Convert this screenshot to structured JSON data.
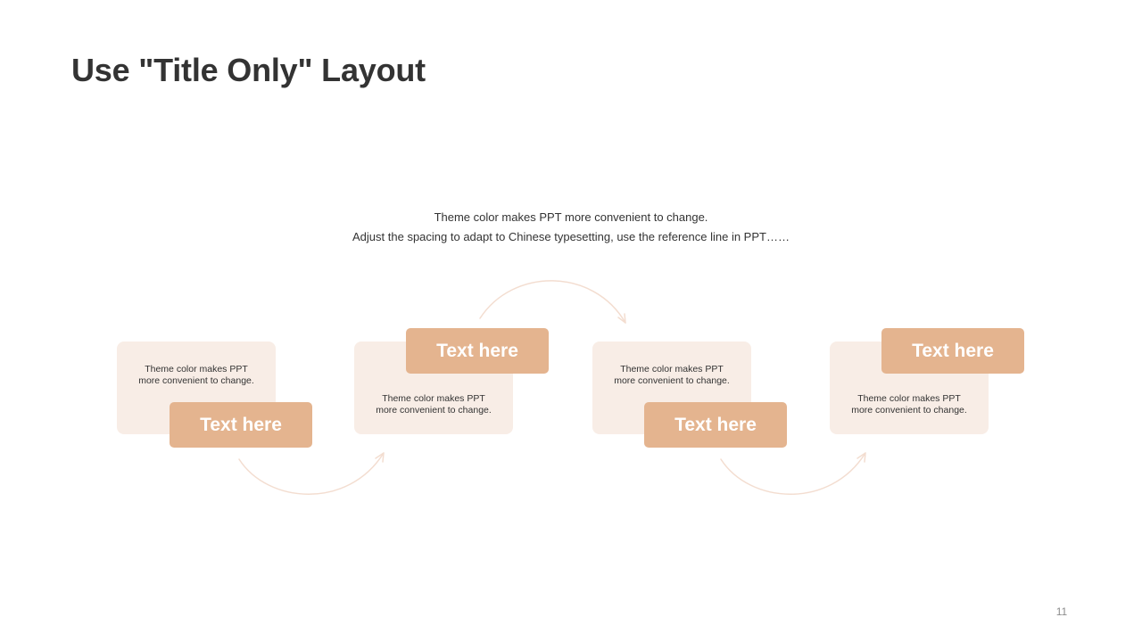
{
  "slide": {
    "title": "Use \"Title Only\" Layout",
    "subtitle_line1": "Theme color makes PPT more convenient  to change.",
    "subtitle_line2": "Adjust the spacing to adapt to Chinese  typesetting, use the reference line  in PPT……",
    "steps": [
      {
        "label": "Text here",
        "text_line1": "Theme   color makes PPT",
        "text_line2": "more convenient  to change."
      },
      {
        "label": "Text here",
        "text_line1": "Theme   color makes PPT",
        "text_line2": "more convenient  to change."
      },
      {
        "label": "Text here",
        "text_line1": "Theme   color makes PPT",
        "text_line2": "more convenient  to change."
      },
      {
        "label": "Text here",
        "text_line1": "Theme   color makes PPT",
        "text_line2": "more convenient  to change."
      }
    ],
    "page_number": "11"
  },
  "colors": {
    "accent": "#e4b48f",
    "card_background": "#f8ede6",
    "arrow": "#f3ddd0",
    "title_text": "#333333"
  }
}
